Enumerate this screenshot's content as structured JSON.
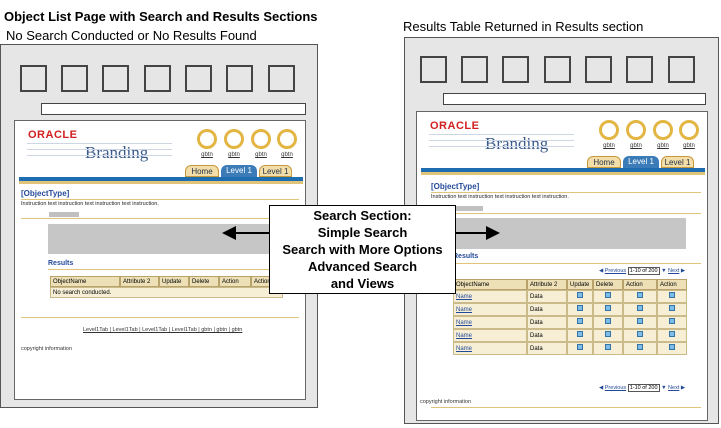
{
  "captions": {
    "left_title": "Object List Page with Search and Results Sections",
    "left_subtitle": "No Search Conducted or No Results Found",
    "right_title": "Results Table Returned in Results section"
  },
  "branding": {
    "oracle": "ORACLE",
    "branding": "Branding",
    "gbtn": "gbtn"
  },
  "tabs": [
    "Home",
    "Level 1",
    "Level 1"
  ],
  "page": {
    "object_type": "[ObjectType]",
    "instruction": "Instruction text instruction text instruction text instruction.",
    "results_heading": "Results",
    "results_heading_right": "Results"
  },
  "left_table": {
    "headers": [
      "ObjectName",
      "Attribute 2",
      "Update",
      "Delete",
      "Action",
      "Action"
    ],
    "empty_message": "No search conducted."
  },
  "right_table": {
    "headers": [
      "ObjectName",
      "Attribute 2",
      "Update",
      "Delete",
      "Action",
      "Action"
    ],
    "rows": [
      {
        "name": "Name",
        "attr": "Data"
      },
      {
        "name": "Name",
        "attr": "Data"
      },
      {
        "name": "Name",
        "attr": "Data"
      },
      {
        "name": "Name",
        "attr": "Data"
      },
      {
        "name": "Name",
        "attr": "Data"
      }
    ],
    "nav": {
      "previous": "Previous",
      "range": "1-10 of 200",
      "next": "Next"
    }
  },
  "footer": {
    "links": "Level1Tab  |  Level1Tab  |  Level1Tab  |  Level1Tab | gbtn | gbtn | gbtn",
    "copyright": "copyright information"
  },
  "callout": {
    "lines": [
      "Search Section:",
      "Simple Search",
      "Search with More Options",
      "Advanced Search",
      "and Views"
    ]
  }
}
